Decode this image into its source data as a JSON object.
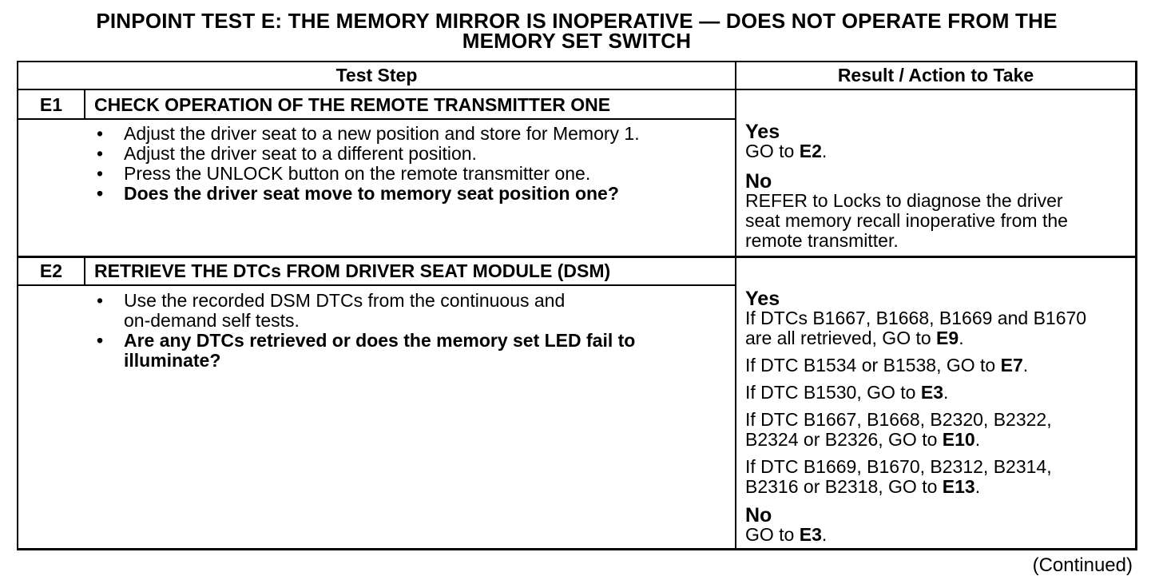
{
  "title": {
    "line1": "PINPOINT TEST E: THE MEMORY MIRROR IS INOPERATIVE — DOES NOT OPERATE FROM THE",
    "line2": "MEMORY SET SWITCH"
  },
  "headers": {
    "test_step": "Test Step",
    "result": "Result / Action to Take"
  },
  "steps": [
    {
      "id": "E1",
      "heading": "CHECK OPERATION OF THE REMOTE TRANSMITTER ONE",
      "bullets": [
        "Adjust the driver seat to a new position and store for Memory 1.",
        "Adjust the driver seat to a different position.",
        "Press the UNLOCK button on the remote transmitter one.",
        "Does the driver seat move to memory seat position one?"
      ],
      "results": {
        "yes_label": "Yes",
        "yes_text": "GO to ",
        "yes_ref": "E2",
        "no_label": "No",
        "no_line1": "REFER to Locks to diagnose the driver",
        "no_line2": "seat memory recall inoperative from the",
        "no_line3": "remote transmitter."
      }
    },
    {
      "id": "E2",
      "heading": "RETRIEVE THE DTCs FROM DRIVER SEAT MODULE (DSM)",
      "bullets": [
        "Use the recorded DSM DTCs from the continuous and",
        "on-demand self tests.",
        "Are any DTCs retrieved or does the memory set LED fail to",
        "illuminate?"
      ],
      "results": {
        "yes_label": "Yes",
        "r1_line1": "If DTCs B1667, B1668, B1669 and B1670",
        "r1_line2": "are all retrieved, GO to ",
        "r1_ref": "E9",
        "r2": "If DTC B1534 or B1538, GO to ",
        "r2_ref": "E7",
        "r3": "If DTC B1530, GO to ",
        "r3_ref": "E3",
        "r4_line1": "If DTC B1667, B1668, B2320, B2322,",
        "r4_line2": "B2324 or B2326, GO to ",
        "r4_ref": "E10",
        "r5_line1": "If DTC B1669, B1670, B2312, B2314,",
        "r5_line2": "B2316 or B2318, GO to ",
        "r5_ref": "E13",
        "no_label": "No",
        "no_text": "GO to ",
        "no_ref": "E3"
      }
    }
  ],
  "period": ".",
  "bullet_glyph": "•",
  "continued": "(Continued)"
}
